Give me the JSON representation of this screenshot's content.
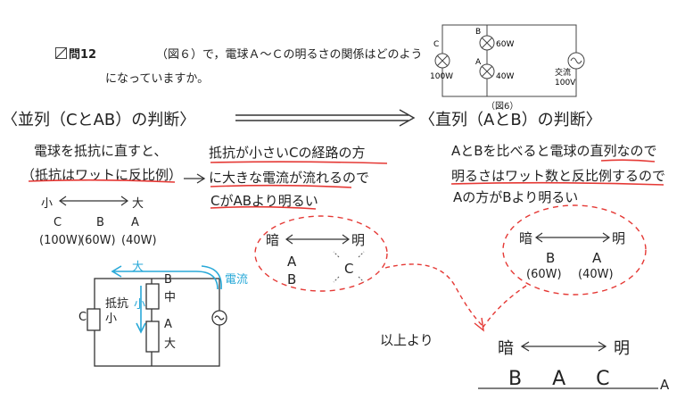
{
  "question": {
    "number": "問12",
    "ref": "（図６）",
    "line1": "で，電球Ａ～Ｃの明るさの関係はどのよう",
    "line2": "になっていますか。",
    "figure_label": "（図6）"
  },
  "figure": {
    "label_a": "A",
    "label_b": "B",
    "label_c": "C",
    "watt_a": "40W",
    "watt_b": "60W",
    "watt_c": "100W",
    "source_line1": "交流",
    "source_line2": "100V"
  },
  "headings": {
    "parallel": "〈並列（CとAB）の判断〉",
    "series": "〈直列（AとB）の判断〉"
  },
  "left_notes": {
    "line1": "電球を抵抗に直すと、",
    "line2": "（抵抗はワットに反比例）",
    "scale_small": "小",
    "scale_large": "大",
    "bulb_labels": [
      "C",
      "B",
      "A"
    ],
    "watt_labels": [
      "(100W)",
      "(60W)",
      "(40W)"
    ]
  },
  "mid_notes": {
    "line1": "抵抗が小さいCの経路の方",
    "line2": "に大きな電流が流れるので",
    "line3": "CがABより明るい",
    "dark": "暗",
    "bright": "明",
    "col1": "A",
    "col1b": "B",
    "col2": "C"
  },
  "right_notes": {
    "line1": "AとBを比べると電球の直列なので",
    "line2": "明るさはワット数と反比例するので",
    "line3": "Aの方がBより明るい",
    "dark": "暗",
    "bright": "明",
    "b": "B",
    "a": "A",
    "b_w": "(60W)",
    "a_w": "(40W)"
  },
  "sketch": {
    "large": "大",
    "small": "小",
    "resistor": "抵抗",
    "small2": "小",
    "current": "電流",
    "b": "B",
    "mid": "中",
    "a": "A",
    "large2": "大",
    "c": "C"
  },
  "conclusion": {
    "intro": "以上より",
    "dark": "暗",
    "bright": "明",
    "order": "B　A　C",
    "answer": "A"
  },
  "colors": {
    "red": "#e53935",
    "cyan": "#29a9d8",
    "ink": "#333333"
  }
}
